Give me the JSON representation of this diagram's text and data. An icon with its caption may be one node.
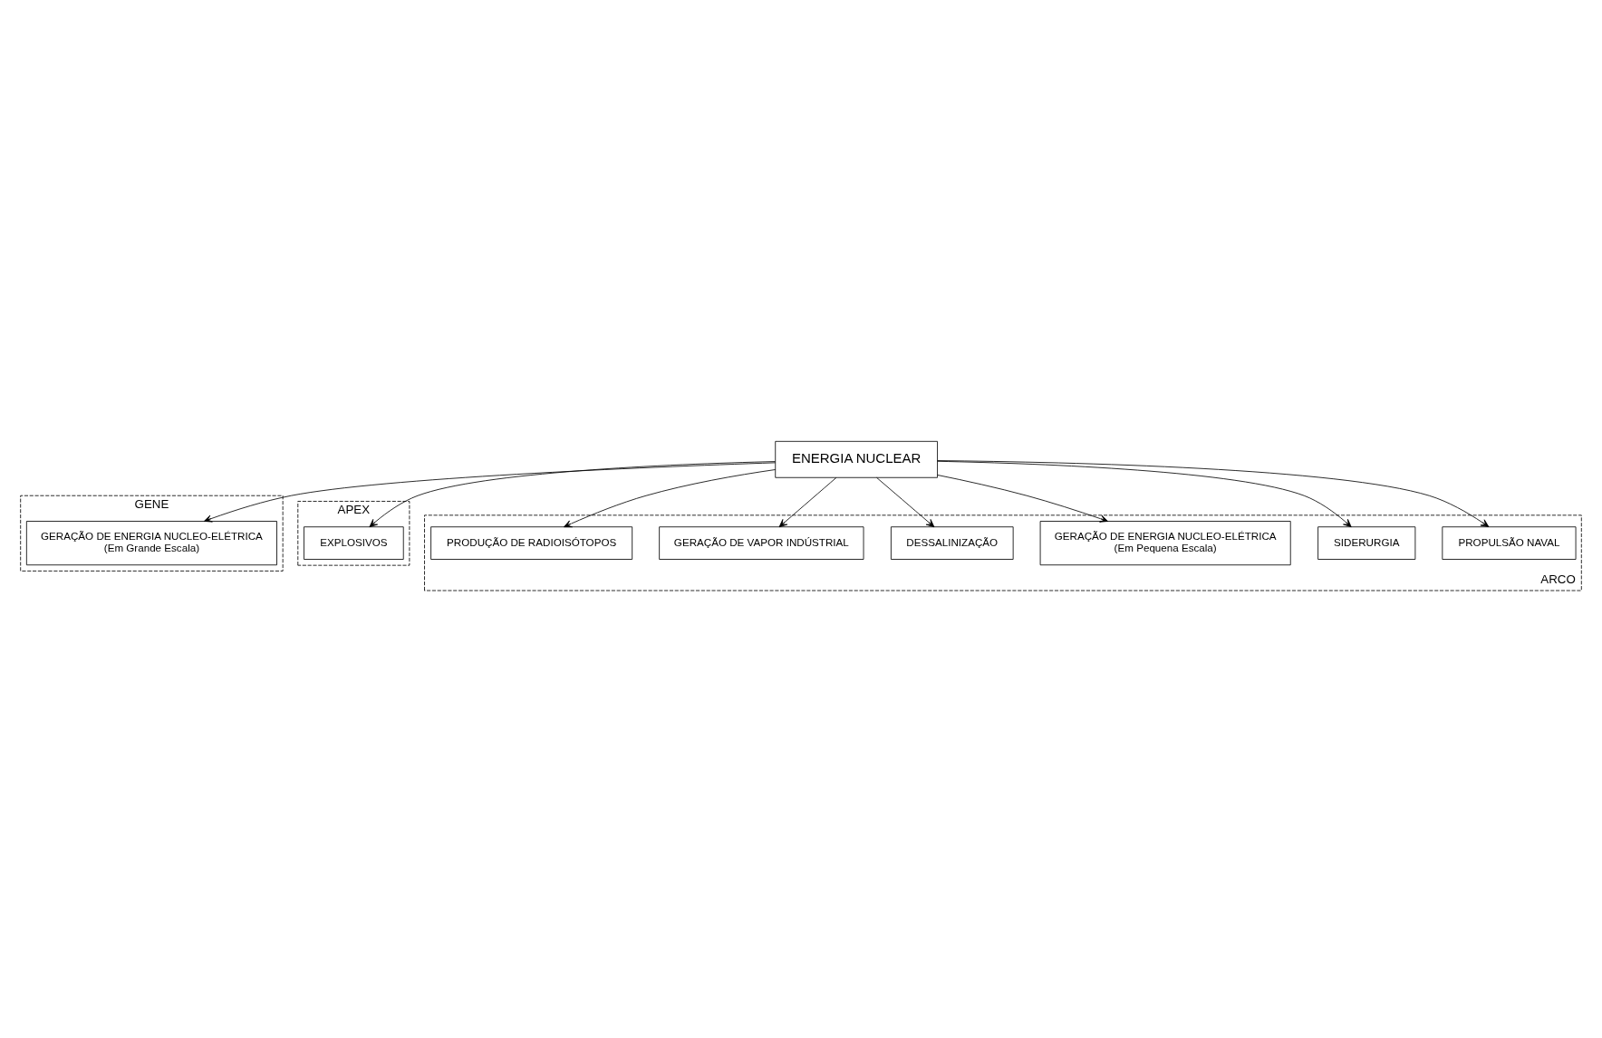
{
  "diagram": {
    "nodes": [
      {
        "text": [
          "GENE"
        ]
      },
      {
        "text": [
          "GERAÇÃO DE ENERGIA NUCLEO-ELÉTRICA",
          "(Em Grande Escala)"
        ],
        "in": 0
      },
      {
        "text": [
          "APEX"
        ]
      },
      {
        "text": [
          "EXPLOSIVOS"
        ],
        "in": 2
      },
      {
        "text": [
          "ARCO"
        ]
      },
      {
        "text": [
          "PROPULSÃO NAVAL"
        ],
        "in": 4
      },
      {
        "text": [
          "ENERGIA NUCLEAR"
        ]
      },
      {
        "text": [
          "SIDERURGIA"
        ],
        "in": 4
      },
      {
        "text": [
          "GERAÇÃO DE ENERGIA NUCLEO-ELÉTRICA",
          "(Em Pequena Escala)"
        ],
        "in": 4
      },
      {
        "text": [
          "DESSALINIZAÇÃO"
        ],
        "in": 4
      },
      {
        "text": [
          "GERAÇÃO DE VAPOR INDÚSTRIAL"
        ],
        "in": 4
      },
      {
        "text": [
          "PRODUÇÃO DE RADIOISÓTOPOS"
        ],
        "in": 4
      }
    ],
    "edges": [
      {
        "from": 6,
        "to": 1,
        "arrow": "to"
      },
      {
        "from": 6,
        "to": 3,
        "arrow": "to"
      },
      {
        "from": 6,
        "to": 5,
        "arrow": "to"
      },
      {
        "from": 6,
        "to": 7,
        "arrow": "to"
      },
      {
        "from": 6,
        "to": 8,
        "arrow": "to"
      },
      {
        "from": 6,
        "to": 9,
        "arrow": "to"
      },
      {
        "from": 6,
        "to": 10,
        "arrow": "to"
      },
      {
        "from": 6,
        "to": 11,
        "arrow": "to"
      }
    ]
  }
}
